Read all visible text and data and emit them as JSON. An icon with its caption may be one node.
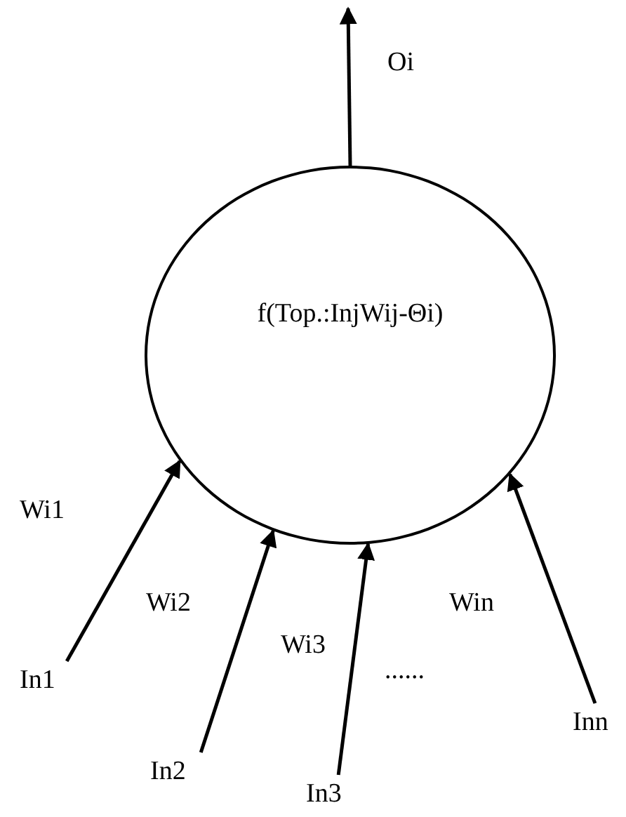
{
  "diagram": {
    "nodes": [
      {
        "text": [
          "f(Top.:InjWij-Θi)"
        ]
      },
      {
        "text": [
          "In1"
        ]
      },
      {
        "text": [
          "In2"
        ]
      },
      {
        "text": [
          "In3"
        ]
      },
      {
        "text": [
          "Inn"
        ]
      }
    ],
    "edges": [
      {
        "from": 0,
        "to": null,
        "arrow": "to",
        "label": "Oi"
      },
      {
        "from": 1,
        "to": 0,
        "arrow": "to",
        "label": "Wi1"
      },
      {
        "from": 2,
        "to": 0,
        "arrow": "to",
        "label": "Wi2"
      },
      {
        "from": 3,
        "to": 0,
        "arrow": "to",
        "label": "Wi3"
      },
      {
        "from": 4,
        "to": 0,
        "arrow": "to",
        "label": "Win"
      }
    ],
    "labels": [
      "......"
    ]
  }
}
